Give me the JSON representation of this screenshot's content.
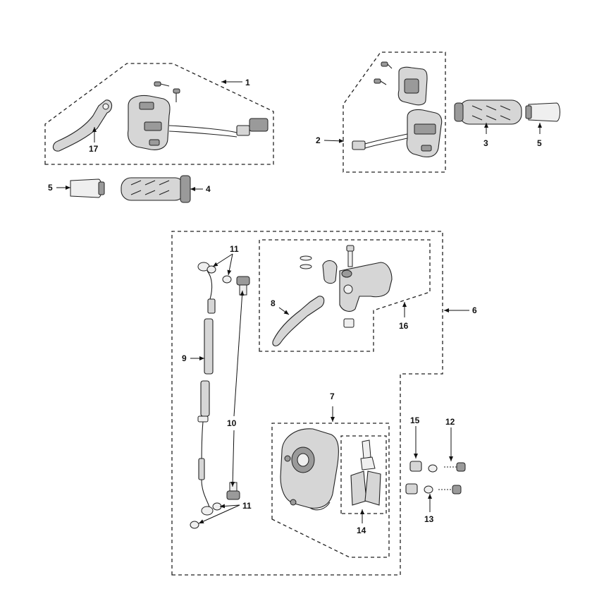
{
  "callouts": {
    "c1": "1",
    "c2": "2",
    "c3": "3",
    "c4": "4",
    "c5a": "5",
    "c5b": "5",
    "c6": "6",
    "c7": "7",
    "c8": "8",
    "c9": "9",
    "c10": "10",
    "c11a": "11",
    "c11b": "11",
    "c12": "12",
    "c13": "13",
    "c14": "14",
    "c15": "15",
    "c16": "16",
    "c17": "17"
  }
}
